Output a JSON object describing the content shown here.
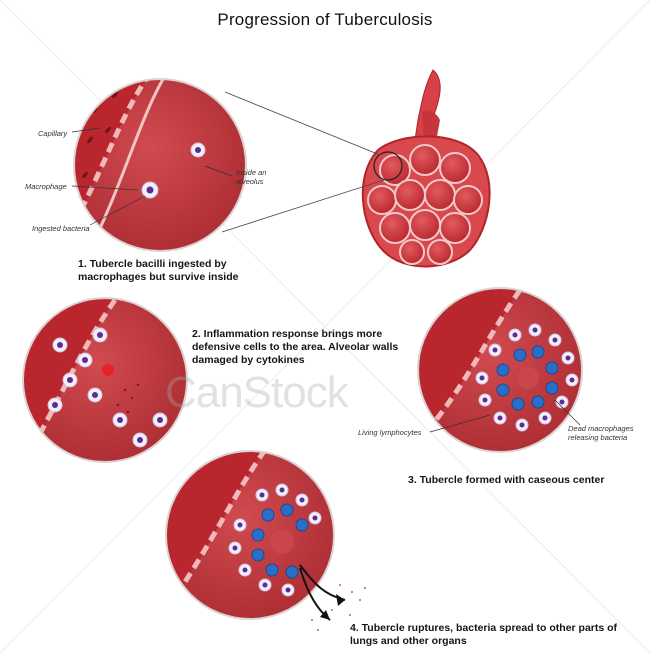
{
  "title": "Progression of Tuberculosis",
  "steps": [
    "1. Tubercle bacilli ingested by macrophages but survive inside",
    "2. Inflammation response brings more defensive cells to the area. Alveolar walls damaged by cytokines",
    "3. Tubercle formed with caseous center",
    "4. Tubercle ruptures, bacteria spread to other parts of lungs and other organs"
  ],
  "labels": {
    "capillary": "Capillary",
    "macrophage": "Macrophage",
    "ingested_bacteria": "Ingested bacteria",
    "inside_alveolus": "Inside an alveolus",
    "living_lymphocytes": "Living lymphocytes",
    "dead_macrophages": "Dead macrophages releasing bacteria"
  },
  "watermark": "CanStock",
  "colors": {
    "tissue": "#c0363c",
    "tissue_dark": "#8e1e24",
    "alveolus": "#b8383d",
    "lymphocyte": "#6a3aa8",
    "bacteria_cluster": "#2a6ec8",
    "outline": "#d8cfcf"
  }
}
